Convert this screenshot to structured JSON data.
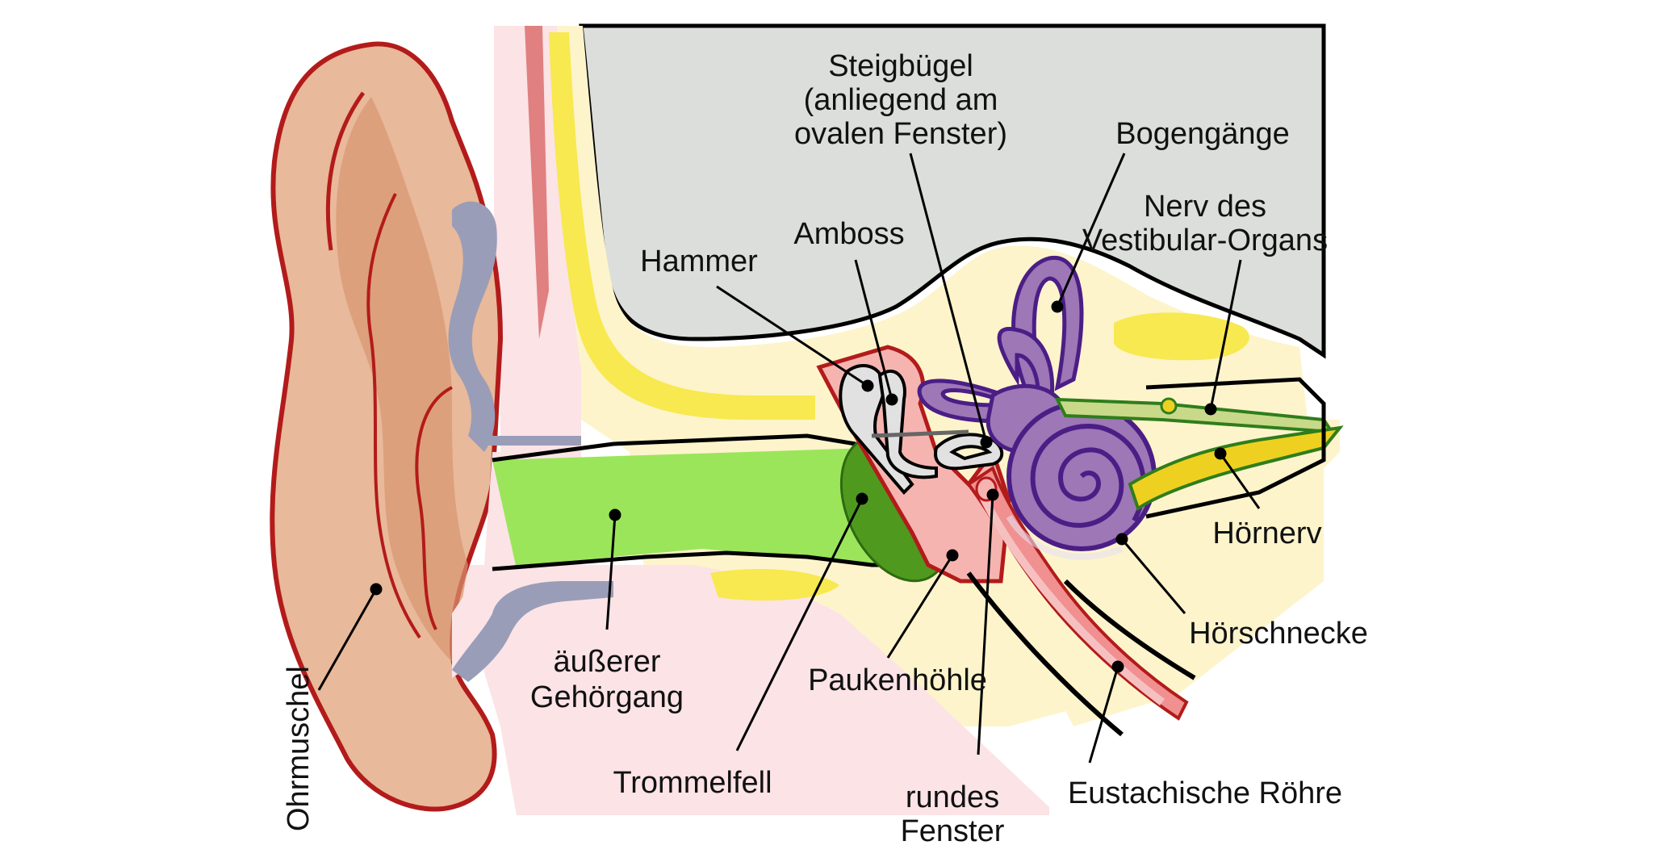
{
  "diagram": {
    "labels": {
      "ohrmuschel": "Ohrmuschel",
      "aeusserer_line1": "äußerer",
      "aeusserer_line2": "Gehörgang",
      "trommelfell": "Trommelfell",
      "hammer": "Hammer",
      "amboss": "Amboss",
      "steig_line1": "Steigbügel",
      "steig_line2": "(anliegend am",
      "steig_line3": "ovalen Fenster)",
      "bogengaenge": "Bogengänge",
      "nerv_line1": "Nerv des",
      "nerv_line2": "Vestibular-Organs",
      "hoernerv": "Hörnerv",
      "hoerschnecke": "Hörschnecke",
      "paukenhoehle": "Paukenhöhle",
      "rundes_line1": "rundes",
      "rundes_line2": "Fenster",
      "eustachisch": "Eustachische Röhre"
    },
    "colors": {
      "bone_gray": "#dcdedb",
      "skin": "#e8b99a",
      "skin_dark": "#d9966f",
      "skin_outline": "#b31b1b",
      "canal_green": "#9be55a",
      "eardrum_green": "#4f9a1e",
      "cartilage": "#9a9db8",
      "tissue_pink": "#fbe3e6",
      "bone_yellow": "#f7e94f",
      "cream": "#fdf4cc",
      "vessel_red": "#e08080",
      "labyrinth_purple": "#9d77b6",
      "labyrinth_outline": "#4b1e86",
      "nerve_yellow": "#eed120",
      "nerve_green": "#2f7d1b",
      "ossicle_gray": "#e1e1e1",
      "line": "#000000"
    }
  }
}
